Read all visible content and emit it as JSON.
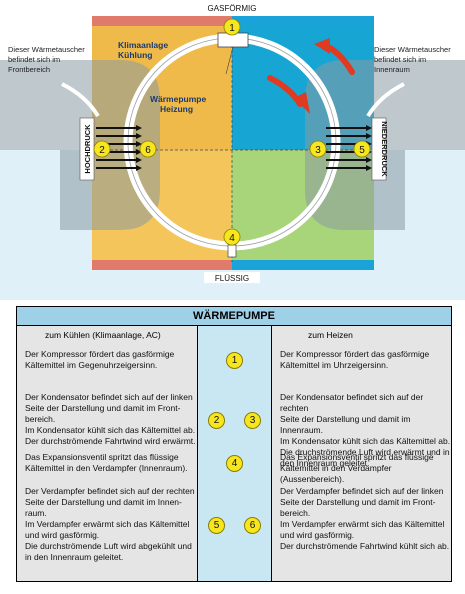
{
  "diagram": {
    "top_label": "GASFÖRMIG",
    "bottom_label": "FLÜSSIG",
    "left_label": "HOCHDRUCK",
    "right_label": "NIEDERDRUCK",
    "mode_ac_line1": "Klimaanlage",
    "mode_ac_line2": "Kühlung",
    "mode_hp_line1": "Wärmepumpe",
    "mode_hp_line2": "Heizung",
    "callout_left_line1": "Dieser Wärmetauscher",
    "callout_left_line2": "befindet sich im",
    "callout_left_line3": "Frontbereich",
    "callout_right_line1": "Dieser Wärmetauscher",
    "callout_right_line2": "befindet sich im",
    "callout_right_line3": "Innenraum",
    "markers": {
      "m1": "1",
      "m2": "2",
      "m3": "3",
      "m4": "4",
      "m5": "5",
      "m6": "6"
    },
    "colors": {
      "orange": "#f0ba4a",
      "blue": "#17a5d4",
      "green": "#a8d47a",
      "red": "#e03a20",
      "yellow": "#f7e61e"
    }
  },
  "table": {
    "title": "WÄRMEPUMPE",
    "left_header": "zum Kühlen (Klimaanlage, AC)",
    "right_header": "zum Heizen",
    "rows": [
      {
        "numbers": [
          "1"
        ],
        "left": [
          "Der Kompressor fördert das gasförmige",
          "Kältemittel im Gegenuhrzeigersinn."
        ],
        "right": [
          "Der Kompressor fördert das gasförmige",
          "Kältemittel im Uhrzeigersinn."
        ]
      },
      {
        "numbers": [
          "2",
          "3"
        ],
        "left": [
          "Der Kondensator befindet sich auf der linken",
          "Seite der Darstellung und damit im Front-",
          "bereich.",
          "Im Kondensator kühlt sich das Kältemittel ab.",
          "Der durchströmende Fahrtwind wird erwärmt."
        ],
        "right": [
          "Der Kondensator befindet sich auf der rechten",
          "Seite der Darstellung und damit im Innenraum.",
          "Im Kondensator kühlt sich das Kältemittel ab.",
          "Die druchströmende Luft wird erwärmt und in",
          "den Innenraum geleitet."
        ]
      },
      {
        "numbers": [
          "4"
        ],
        "left": [
          "Das Expansionsventil spritzt das flüssige",
          "Kältemittel in den Verdampfer (Innenraum)."
        ],
        "right": [
          "Das Expansionsventil spritzt das flüssige",
          "Kältemittel in den Verdampfer (Aussenbereich)."
        ]
      },
      {
        "numbers": [
          "5",
          "6"
        ],
        "left": [
          "Der Verdampfer befindet sich auf der rechten",
          "Seite der Darstellung und damit im Innen-",
          "raum.",
          "Im Verdampfer erwärmt sich das Kältemittel",
          "und wird gasförmig.",
          "Die durchströmende Luft wird abgekühlt und",
          "in den Innenraum geleitet."
        ],
        "right": [
          "Der Verdampfer befindet sich auf der linken",
          "Seite der Darstellung und damit im Front-",
          "bereich.",
          "Im Verdampfer erwärmt sich das Kältemittel",
          "und wird gasförmig.",
          "Der durchströmende Fahrtwind kühlt sich ab."
        ]
      }
    ]
  }
}
